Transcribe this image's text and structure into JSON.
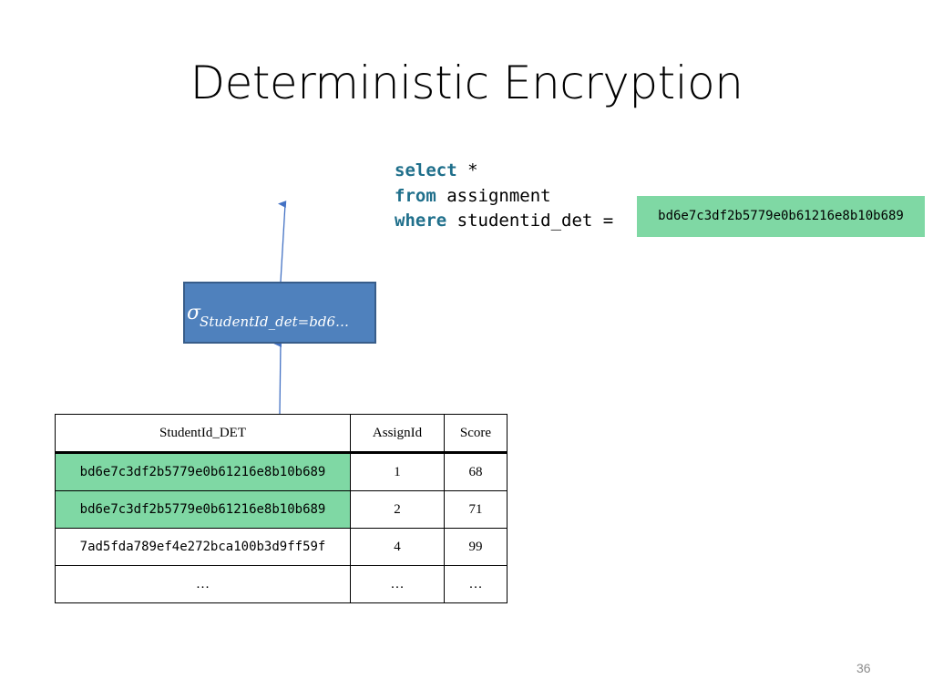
{
  "slide": {
    "title": "Deterministic Encryption",
    "page_number": "36"
  },
  "query": {
    "line1_kw": "select",
    "line1_rest": " *",
    "line2_kw": "from",
    "line2_rest": " assignment",
    "line3_kw": "where",
    "line3_rest": " studentid_det =",
    "hash": "bd6e7c3df2b5779e0b61216e8b10b689",
    "keyword_color": "#1F6F8B",
    "highlight_color": "#7FD8A4"
  },
  "operator": {
    "symbol": "σ",
    "predicate": "StudentId_det=bd6…",
    "fill_color": "#4F81BD"
  },
  "table": {
    "headers": [
      "StudentId_DET",
      "AssignId",
      "Score"
    ],
    "rows": [
      {
        "student_id": "bd6e7c3df2b5779e0b61216e8b10b689",
        "assign_id": "1",
        "score": "68",
        "highlighted": true
      },
      {
        "student_id": "bd6e7c3df2b5779e0b61216e8b10b689",
        "assign_id": "2",
        "score": "71",
        "highlighted": true
      },
      {
        "student_id": "7ad5fda789ef4e272bca100b3d9ff59f",
        "assign_id": "4",
        "score": "99",
        "highlighted": false
      },
      {
        "student_id": "…",
        "assign_id": "…",
        "score": "…",
        "highlighted": false
      }
    ]
  },
  "icons": {
    "arrow_up_top": "arrow-up-icon",
    "arrow_up_bottom": "arrow-up-icon"
  }
}
